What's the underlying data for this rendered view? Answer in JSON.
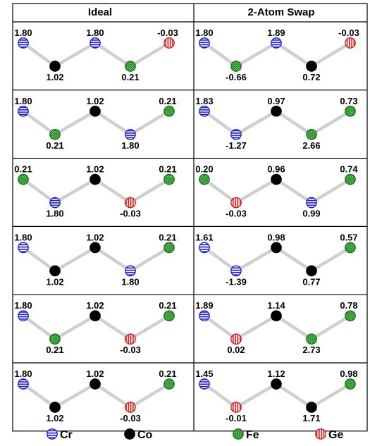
{
  "headers": {
    "left": "Ideal",
    "right": "2-Atom Swap"
  },
  "rows": [
    {
      "ideal": {
        "atoms": [
          {
            "el": "Cr",
            "val": "1.80"
          },
          {
            "el": "Co",
            "val": "1.02"
          },
          {
            "el": "Cr",
            "val": "1.80"
          },
          {
            "el": "Fe",
            "val": "0.21"
          },
          {
            "el": "Ge",
            "val": "-0.03"
          }
        ]
      },
      "swap": {
        "atoms": [
          {
            "el": "Cr",
            "val": "1.80"
          },
          {
            "el": "Fe",
            "val": "-0.66"
          },
          {
            "el": "Cr",
            "val": "1.89"
          },
          {
            "el": "Co",
            "val": "0.72"
          },
          {
            "el": "Ge",
            "val": "-0.03"
          }
        ]
      }
    },
    {
      "ideal": {
        "atoms": [
          {
            "el": "Cr",
            "val": "1.80"
          },
          {
            "el": "Fe",
            "val": "0.21"
          },
          {
            "el": "Co",
            "val": "1.02"
          },
          {
            "el": "Cr",
            "val": "1.80"
          },
          {
            "el": "Fe",
            "val": "0.21"
          }
        ]
      },
      "swap": {
        "atoms": [
          {
            "el": "Cr",
            "val": "1.83"
          },
          {
            "el": "Cr",
            "val": "-1.27"
          },
          {
            "el": "Co",
            "val": "0.97"
          },
          {
            "el": "Fe",
            "val": "2.66"
          },
          {
            "el": "Fe",
            "val": "0.73"
          }
        ]
      }
    },
    {
      "ideal": {
        "atoms": [
          {
            "el": "Fe",
            "val": "0.21"
          },
          {
            "el": "Cr",
            "val": "1.80"
          },
          {
            "el": "Co",
            "val": "1.02"
          },
          {
            "el": "Ge",
            "val": "-0.03"
          },
          {
            "el": "Fe",
            "val": "0.21"
          }
        ]
      },
      "swap": {
        "atoms": [
          {
            "el": "Fe",
            "val": "0.20"
          },
          {
            "el": "Ge",
            "val": "-0.03"
          },
          {
            "el": "Co",
            "val": "0.96"
          },
          {
            "el": "Cr",
            "val": "0.99"
          },
          {
            "el": "Fe",
            "val": "0.74"
          }
        ]
      }
    },
    {
      "ideal": {
        "atoms": [
          {
            "el": "Cr",
            "val": "1.80"
          },
          {
            "el": "Co",
            "val": "1.02"
          },
          {
            "el": "Co",
            "val": "1.02"
          },
          {
            "el": "Cr",
            "val": "1.80"
          },
          {
            "el": "Fe",
            "val": "0.21"
          }
        ]
      },
      "swap": {
        "atoms": [
          {
            "el": "Cr",
            "val": "1.61"
          },
          {
            "el": "Cr",
            "val": "-1.39"
          },
          {
            "el": "Co",
            "val": "0.98"
          },
          {
            "el": "Co",
            "val": "0.77"
          },
          {
            "el": "Fe",
            "val": "0.57"
          }
        ]
      }
    },
    {
      "ideal": {
        "atoms": [
          {
            "el": "Cr",
            "val": "1.80"
          },
          {
            "el": "Fe",
            "val": "0.21"
          },
          {
            "el": "Co",
            "val": "1.02"
          },
          {
            "el": "Ge",
            "val": "-0.03"
          },
          {
            "el": "Fe",
            "val": "0.21"
          }
        ]
      },
      "swap": {
        "atoms": [
          {
            "el": "Cr",
            "val": "1.89"
          },
          {
            "el": "Ge",
            "val": "0.02"
          },
          {
            "el": "Co",
            "val": "1.14"
          },
          {
            "el": "Fe",
            "val": "2.73"
          },
          {
            "el": "Fe",
            "val": "0.78"
          }
        ]
      }
    },
    {
      "ideal": {
        "atoms": [
          {
            "el": "Cr",
            "val": "1.80"
          },
          {
            "el": "Co",
            "val": "1.02"
          },
          {
            "el": "Co",
            "val": "1.02"
          },
          {
            "el": "Ge",
            "val": "-0.03"
          },
          {
            "el": "Fe",
            "val": "0.21"
          }
        ]
      },
      "swap": {
        "atoms": [
          {
            "el": "Cr",
            "val": "1.45"
          },
          {
            "el": "Ge",
            "val": "-0.01"
          },
          {
            "el": "Co",
            "val": "1.12"
          },
          {
            "el": "Co",
            "val": "1.71"
          },
          {
            "el": "Fe",
            "val": "0.98"
          }
        ]
      }
    }
  ],
  "legend": [
    {
      "el": "Cr",
      "label": "Cr"
    },
    {
      "el": "Co",
      "label": "Co"
    },
    {
      "el": "Fe",
      "label": "Fe"
    },
    {
      "el": "Ge",
      "label": "Ge"
    }
  ],
  "colors": {
    "Cr": "#1a1adc",
    "Co": "#000000",
    "Fe": "#1e8c1e",
    "Ge": "#dc1414",
    "bond": "#cfcfcf",
    "grid": "#000000"
  }
}
